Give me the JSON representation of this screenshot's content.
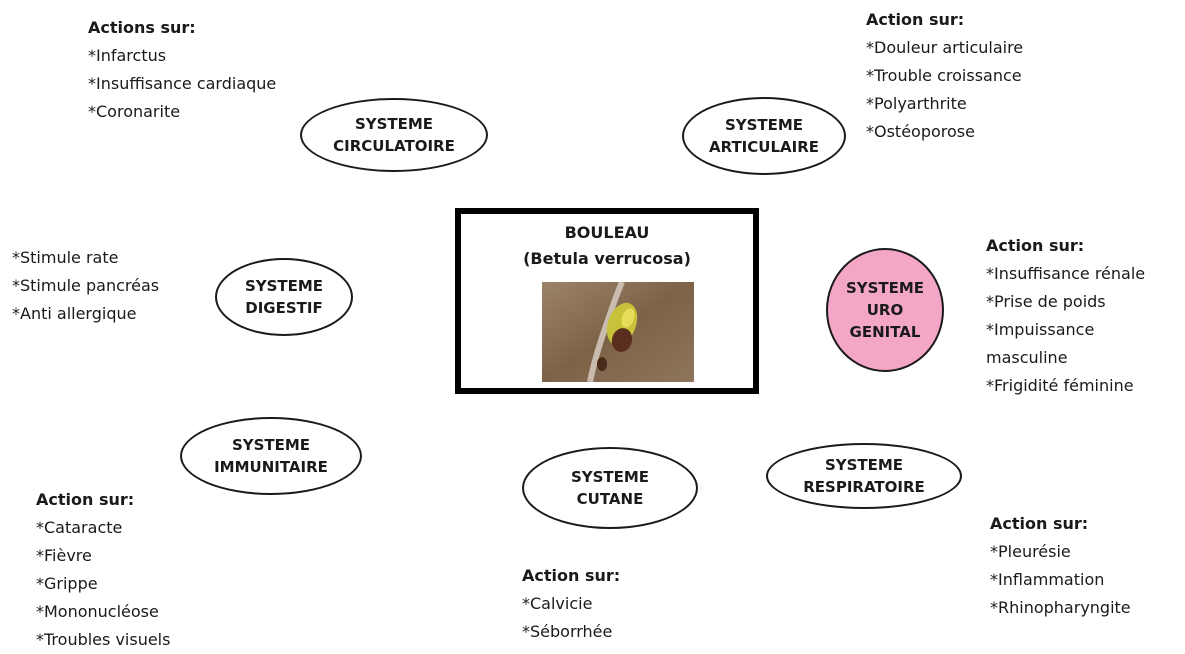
{
  "center": {
    "title": "BOULEAU",
    "subtitle": "(Betula verrucosa)"
  },
  "systems": {
    "circulatoire": {
      "line1": "SYSTEME",
      "line2": "CIRCULATOIRE",
      "fill": "#ffffff"
    },
    "articulaire": {
      "line1": "SYSTEME",
      "line2": "ARTICULAIRE",
      "fill": "#ffffff"
    },
    "digestif": {
      "line1": "SYSTEME",
      "line2": "DIGESTIF",
      "fill": "#ffffff"
    },
    "urogenital": {
      "line1": "SYSTEME",
      "line2": "URO",
      "line3": "GENITAL",
      "fill": "#f4a6c6"
    },
    "immunitaire": {
      "line1": "SYSTEME",
      "line2": "IMMUNITAIRE",
      "fill": "#ffffff"
    },
    "cutane": {
      "line1": "SYSTEME",
      "line2": "CUTANE",
      "fill": "#ffffff"
    },
    "respiratoire": {
      "line1": "SYSTEME",
      "line2": "RESPIRATOIRE",
      "fill": "#ffffff"
    }
  },
  "actions": {
    "circulatoire": {
      "heading": "Actions sur:",
      "items": [
        "*Infarctus",
        "*Insuffisance cardiaque",
        "*Coronarite"
      ]
    },
    "articulaire": {
      "heading": "Action sur:",
      "items": [
        "*Douleur articulaire",
        "*Trouble croissance",
        "*Polyarthrite",
        "*Ostéoporose"
      ]
    },
    "digestif": {
      "items": [
        "*Stimule rate",
        "*Stimule pancréas",
        "*Anti allergique"
      ]
    },
    "urogenital": {
      "heading": "Action sur:",
      "items": [
        "*Insuffisance rénale",
        "*Prise de poids",
        "*Impuissance",
        "masculine",
        "*Frigidité féminine"
      ]
    },
    "immunitaire": {
      "heading": "Action sur:",
      "items": [
        "*Cataracte",
        "*Fièvre",
        "*Grippe",
        "*Mononucléose",
        "*Troubles visuels"
      ]
    },
    "cutane": {
      "heading": "Action sur:",
      "items": [
        "*Calvicie",
        "*Séborrhée"
      ]
    },
    "respiratoire": {
      "heading": "Action sur:",
      "items": [
        "*Pleurésie",
        "*Inflammation",
        "*Rhinopharyngite"
      ]
    }
  }
}
